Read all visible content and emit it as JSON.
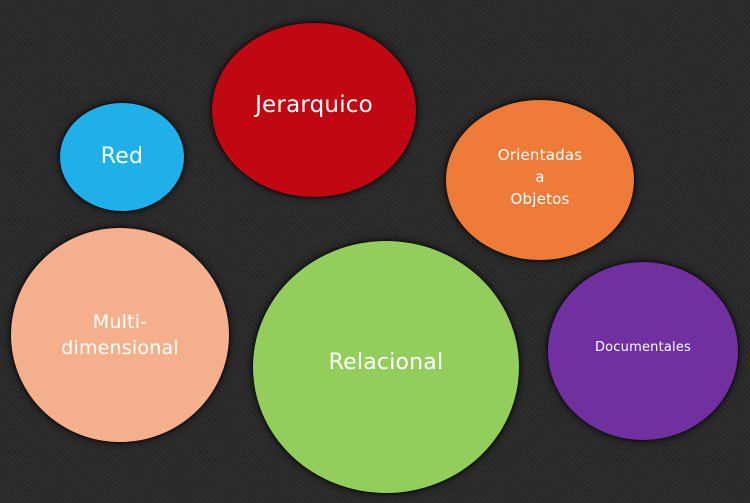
{
  "diagram": {
    "background_color": "#2b2b2b",
    "nodes": [
      {
        "id": "red",
        "label": "Red",
        "color": "#1fb0ea"
      },
      {
        "id": "jerarquico",
        "label": "Jerarquico",
        "color": "#c00712"
      },
      {
        "id": "orientadas",
        "label": "Orientadas\na\nObjetos",
        "color": "#ee7b38"
      },
      {
        "id": "multidimensional",
        "label": "Multi-\ndimensional",
        "color": "#f4af8c"
      },
      {
        "id": "relacional",
        "label": "Relacional",
        "color": "#93ce5d"
      },
      {
        "id": "documentales",
        "label": "Documentales",
        "color": "#7030a0"
      }
    ]
  }
}
